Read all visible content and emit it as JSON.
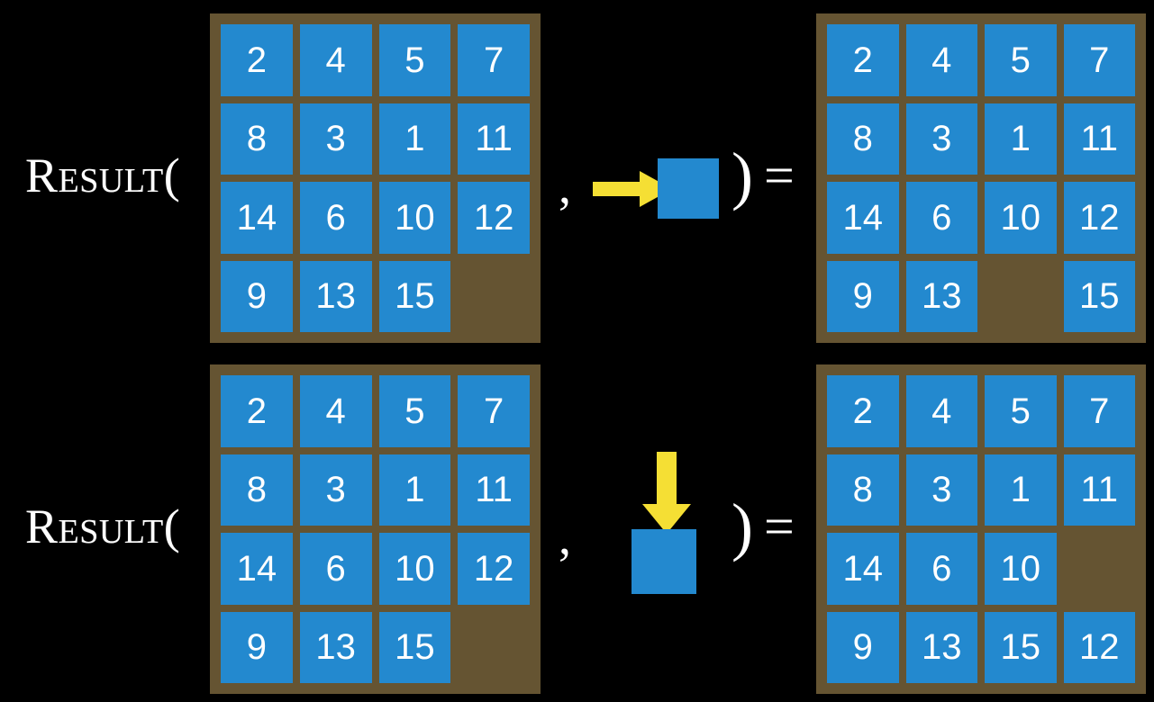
{
  "page": {
    "background_color": "#000000",
    "title": "RESULT function applied to sliding tile puzzle states"
  },
  "colors": {
    "board_frame": "#655432",
    "tile": "#2389CF",
    "tile_text": "#FFFFFF",
    "arrow": "#F5DF34",
    "text": "#FFFFFF",
    "background": "#000000"
  },
  "labels": {
    "result_fn": "Result(",
    "comma": ",",
    "close_paren": ")",
    "equals": "="
  },
  "rows": [
    {
      "id": "row-1",
      "action": {
        "name": "move-blank-right",
        "direction": "right",
        "arrow_icon": "arrow-right-icon",
        "tile_icon": "blue-blank-tile-icon"
      },
      "input_board": {
        "name": "input-board-row-1",
        "grid": [
          [
            "2",
            "4",
            "5",
            "7"
          ],
          [
            "8",
            "3",
            "1",
            "11"
          ],
          [
            "14",
            "6",
            "10",
            "12"
          ],
          [
            "9",
            "13",
            "15",
            ""
          ]
        ],
        "blank_position": {
          "row": 3,
          "col": 3
        }
      },
      "output_board": {
        "name": "output-board-row-1",
        "grid": [
          [
            "2",
            "4",
            "5",
            "7"
          ],
          [
            "8",
            "3",
            "1",
            "11"
          ],
          [
            "14",
            "6",
            "10",
            "12"
          ],
          [
            "9",
            "13",
            "",
            "15"
          ]
        ],
        "blank_position": {
          "row": 3,
          "col": 2
        }
      }
    },
    {
      "id": "row-2",
      "action": {
        "name": "move-blank-down",
        "direction": "down",
        "arrow_icon": "arrow-down-icon",
        "tile_icon": "blue-blank-tile-icon"
      },
      "input_board": {
        "name": "input-board-row-2",
        "grid": [
          [
            "2",
            "4",
            "5",
            "7"
          ],
          [
            "8",
            "3",
            "1",
            "11"
          ],
          [
            "14",
            "6",
            "10",
            "12"
          ],
          [
            "9",
            "13",
            "15",
            ""
          ]
        ],
        "blank_position": {
          "row": 3,
          "col": 3
        }
      },
      "output_board": {
        "name": "output-board-row-2",
        "grid": [
          [
            "2",
            "4",
            "5",
            "7"
          ],
          [
            "8",
            "3",
            "1",
            "11"
          ],
          [
            "14",
            "6",
            "10",
            ""
          ],
          [
            "9",
            "13",
            "15",
            "12"
          ]
        ],
        "blank_position": {
          "row": 2,
          "col": 3
        }
      }
    }
  ]
}
